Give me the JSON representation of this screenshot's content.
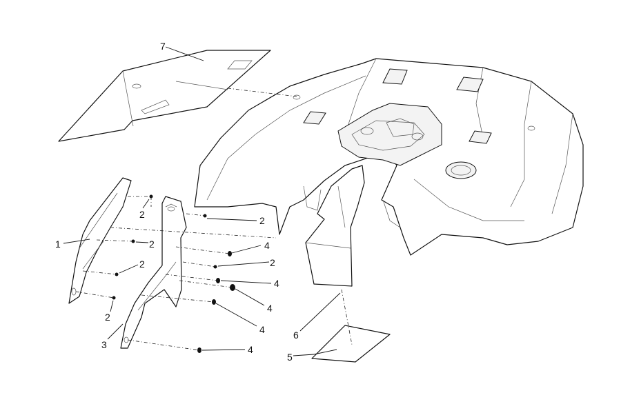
{
  "diagram": {
    "callouts": {
      "c1": "1",
      "c2a": "2",
      "c2b": "2",
      "c2c": "2",
      "c2d": "2",
      "c2e": "2",
      "c2f": "2",
      "c3": "3",
      "c4a": "4",
      "c4b": "4",
      "c4c": "4",
      "c4d": "4",
      "c4e": "4",
      "c5": "5",
      "c6": "6",
      "c7": "7"
    }
  }
}
